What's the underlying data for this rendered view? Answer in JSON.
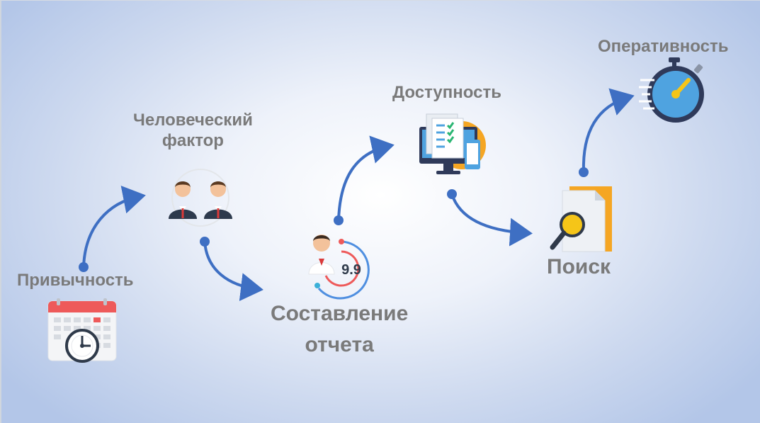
{
  "diagram": {
    "nodes": {
      "habit": {
        "label": "Привычность",
        "icon": "calendar-clock-icon"
      },
      "human": {
        "label_line1": "Человеческий",
        "label_line2": "фактор",
        "icon": "two-people-icon"
      },
      "report": {
        "label_line1": "Составление",
        "label_line2": "отчета",
        "icon": "person-score-icon",
        "score": "9.9"
      },
      "access": {
        "label": "Доступность",
        "icon": "monitor-documents-icon"
      },
      "search": {
        "label": "Поиск",
        "icon": "document-search-icon"
      },
      "speed": {
        "label": "Оперативность",
        "icon": "stopwatch-icon"
      }
    },
    "colors": {
      "arrow": "#3e6fc3",
      "label": "#7a7a7a",
      "accent_orange": "#f5a623",
      "accent_red": "#e74c4c"
    }
  }
}
